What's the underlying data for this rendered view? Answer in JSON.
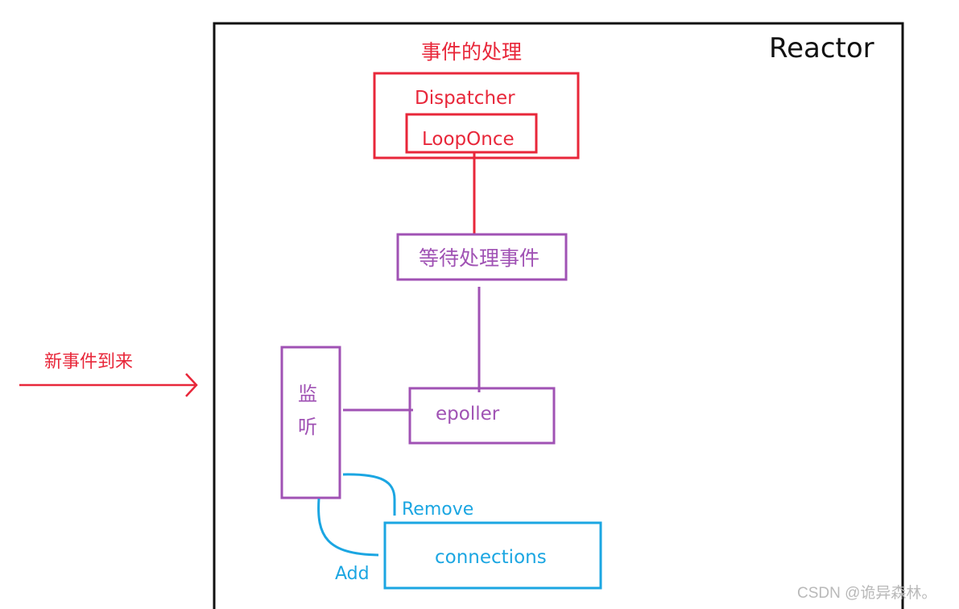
{
  "reactor_title": "Reactor",
  "event_handling_title": "事件的处理",
  "dispatcher_label": "Dispatcher",
  "loop_once_label": "LoopOnce",
  "wait_events_label": "等待处理事件",
  "new_event_label": "新事件到来",
  "listen_label_line1": "监",
  "listen_label_line2": "听",
  "epoller_label": "epoller",
  "remove_label": "Remove",
  "connections_label": "connections",
  "add_label": "Add",
  "watermark": "CSDN @诡异森林。",
  "colors": {
    "red": "#e8273a",
    "purple": "#a052b4",
    "blue": "#1ba6e2",
    "frame": "#111111"
  }
}
